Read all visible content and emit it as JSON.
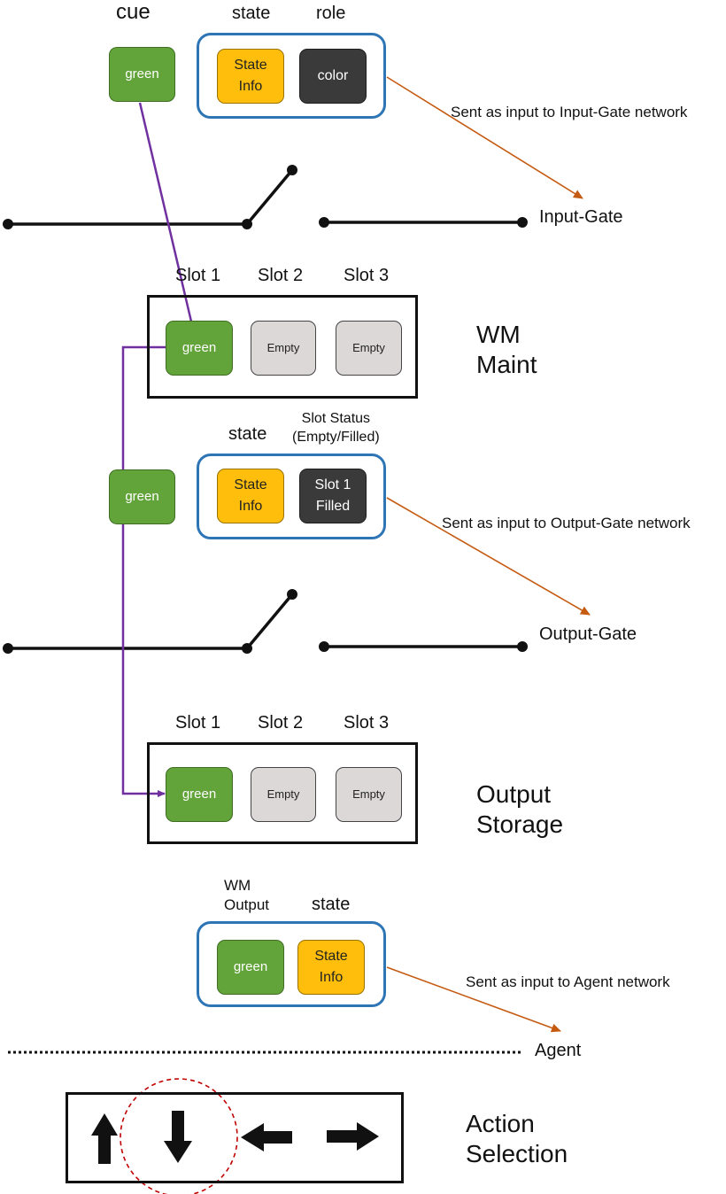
{
  "input_stage": {
    "cue_label": "cue",
    "state_label": "state",
    "role_label": "role",
    "cue_value": "green",
    "state_value": "State\nInfo",
    "role_value": "color",
    "note": "Sent as input to  Input-Gate network",
    "gate_label": "Input-Gate"
  },
  "wm_maint": {
    "slot_labels": [
      "Slot 1",
      "Slot 2",
      "Slot 3"
    ],
    "slots": [
      "green",
      "Empty",
      "Empty"
    ],
    "title": "WM\nMaint"
  },
  "output_gate_input": {
    "state_label": "state",
    "status_label": "Slot Status\n(Empty/Filled)",
    "cue_value": "green",
    "state_value": "State\nInfo",
    "status_value": "Slot 1\nFilled",
    "note": "Sent as input to  Output-Gate network",
    "gate_label": "Output-Gate"
  },
  "output_storage": {
    "slot_labels": [
      "Slot 1",
      "Slot 2",
      "Slot 3"
    ],
    "slots": [
      "green",
      "Empty",
      "Empty"
    ],
    "title": "Output\nStorage"
  },
  "agent_input": {
    "wm_output_label": "WM\nOutput",
    "state_label": "state",
    "wm_output_value": "green",
    "state_value": "State\nInfo",
    "note": "Sent as input to  Agent network",
    "agent_label": "Agent"
  },
  "action_selection": {
    "title": "Action\nSelection",
    "actions": [
      "up-arrow-icon",
      "down-arrow-icon",
      "left-arrow-icon",
      "right-arrow-icon"
    ],
    "selected": "down-arrow-icon"
  },
  "colors": {
    "green": "#62a33a",
    "orange": "#ffbe0b",
    "dark": "#3a3a3a",
    "empty": "#dcd8d8",
    "group_border": "#2e75b6",
    "routing_line": "#7030a0",
    "note_arrow": "#c55a11",
    "selection_circle": "#c00000"
  }
}
